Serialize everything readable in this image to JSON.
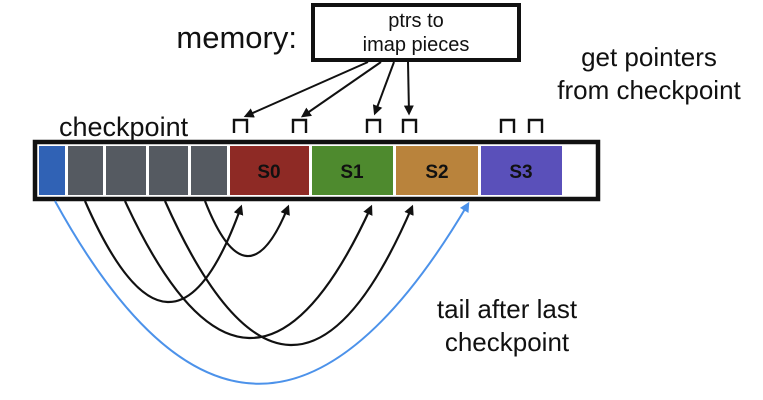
{
  "diagram": {
    "memory_label": "memory:",
    "ptr_box": {
      "line1": "ptrs to",
      "line2": "imap pieces"
    },
    "annotation_right": {
      "line1": "get pointers",
      "line2": "from checkpoint"
    },
    "checkpoint_label": "checkpoint",
    "tail_annotation": {
      "line1": "tail after last",
      "line2": "checkpoint"
    },
    "segments": [
      {
        "id": "checkpoint-block",
        "label": "",
        "color": "#3062b5"
      },
      {
        "id": "imap-piece-1",
        "label": "",
        "color": "#555a61"
      },
      {
        "id": "imap-piece-2",
        "label": "",
        "color": "#555a61"
      },
      {
        "id": "imap-piece-3",
        "label": "",
        "color": "#555a61"
      },
      {
        "id": "imap-piece-4",
        "label": "",
        "color": "#555a61"
      },
      {
        "id": "segment-s0",
        "label": "S0",
        "color": "#8e2a25"
      },
      {
        "id": "segment-s1",
        "label": "S1",
        "color": "#4e8a2e"
      },
      {
        "id": "segment-s2",
        "label": "S2",
        "color": "#b9833c"
      },
      {
        "id": "segment-s3",
        "label": "S3",
        "color": "#5a50ba"
      },
      {
        "id": "free-tail",
        "label": "",
        "color": "#ffffff"
      }
    ],
    "colors": {
      "arrow": "#111111",
      "tail_arrow": "#4c92ea",
      "border": "#111111",
      "segment_label_text": "#ffffff",
      "background": "#ffffff"
    }
  }
}
